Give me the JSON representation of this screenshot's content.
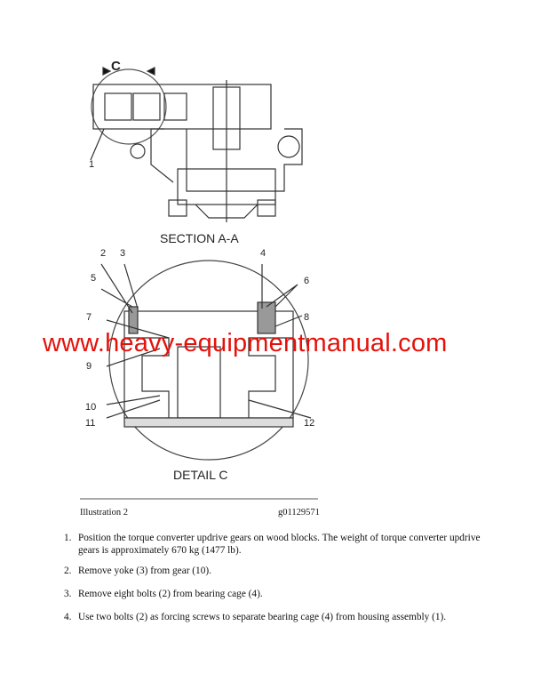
{
  "illustration": {
    "section_label": "SECTION A-A",
    "detail_label": "DETAIL C",
    "view_marker": "C",
    "callouts_section": [
      "1"
    ],
    "callouts_detail": [
      "2",
      "3",
      "4",
      "5",
      "6",
      "7",
      "8",
      "9",
      "10",
      "11",
      "12"
    ]
  },
  "caption": {
    "left": "Illustration 2",
    "right": "g01129571"
  },
  "steps": [
    {
      "num": "1.",
      "text": "Position the torque converter updrive gears on wood blocks. The weight of torque converter updrive gears is approximately 670 kg (1477 lb)."
    },
    {
      "num": "2.",
      "text": "Remove yoke (3) from gear (10)."
    },
    {
      "num": "3.",
      "text": "Remove eight bolts (2) from bearing cage (4)."
    },
    {
      "num": "4.",
      "text": "Use two bolts (2) as forcing screws to separate bearing cage (4) from housing assembly (1)."
    }
  ],
  "watermark": "www.heavy-equipmentmanual.com",
  "colors": {
    "watermark": "#e3120b"
  }
}
